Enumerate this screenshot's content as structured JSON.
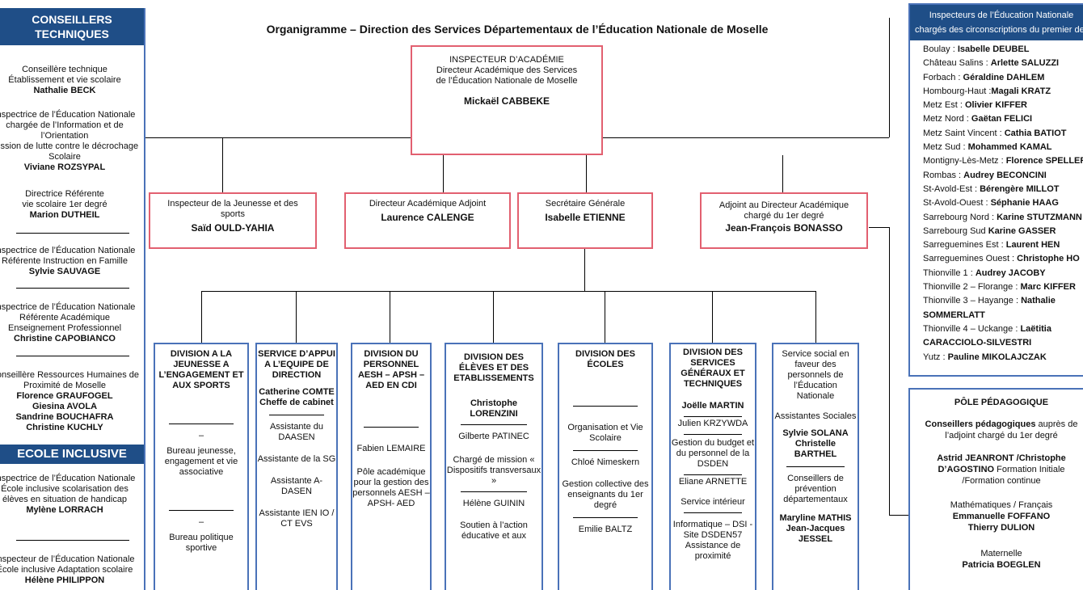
{
  "title": "Organigramme – Direction des Services Départementaux de l’Éducation Nationale de Moselle",
  "left": {
    "header_conseillers": [
      "CONSEILLERS",
      "TECHNIQUES"
    ],
    "s1": {
      "l1": "Conseillère technique",
      "l2": "Établissement et vie scolaire",
      "name": "Nathalie BECK"
    },
    "s2": {
      "l1": "Inspectrice de l’Éducation Nationale",
      "l2": "chargée de l’Information et de",
      "l3": "l’Orientation",
      "l4": "Mission de lutte contre le décrochage",
      "l5": "Scolaire",
      "name": "Viviane ROZSYPAL"
    },
    "s3": {
      "l1": "Directrice Référente",
      "l2": "vie scolaire 1er degré",
      "name": "Marion DUTHEIL"
    },
    "s4": {
      "l1": "Inspectrice de l’Éducation Nationale",
      "l2": "Référente Instruction en Famille",
      "name": "Sylvie SAUVAGE"
    },
    "s5": {
      "l1": "Inspectrice de l’Éducation Nationale",
      "l2": "Référente Académique",
      "l3": "Enseignement Professionnel",
      "name": "Christine CAPOBIANCO"
    },
    "s6": {
      "l1": "Conseillère Ressources Humaines de",
      "l2": "Proximité de Moselle",
      "n1": "Florence GRAUFOGEL",
      "n2": "Giesina AVOLA",
      "n3": "Sandrine BOUCHAFRA",
      "n4": "Christine KUCHLY"
    },
    "header_ecole": "ECOLE INCLUSIVE",
    "s7": {
      "l1": "Inspectrice de l’Éducation Nationale",
      "l2": "École inclusive scolarisation des",
      "l3": "élèves en situation de handicap",
      "name": "Mylène LORRACH"
    },
    "s8": {
      "l1": "Inspecteur de l’Éducation Nationale",
      "l2": "École inclusive Adaptation scolaire",
      "name": "Hélène PHILIPPON"
    }
  },
  "ia": {
    "l1": "INSPECTEUR D’ACADÉMIE",
    "l2": "Directeur Académique des Services",
    "l3": "de l’Éducation Nationale de Moselle",
    "name": "Mickaël CABBEKE"
  },
  "level2": [
    {
      "role": "Inspecteur de la Jeunesse et des sports",
      "name": "Saïd OULD-YAHIA"
    },
    {
      "role": "Directeur Académique Adjoint",
      "name": "Laurence CALENGE"
    },
    {
      "role": "Secrétaire Générale",
      "name": "Isabelle ETIENNE"
    },
    {
      "role": "Adjoint au Directeur Académique chargé du 1er degré",
      "name": "Jean-François BONASSO"
    }
  ],
  "divisions": {
    "d1": {
      "title": "DIVISION A LA JEUNESSE A L’ENGAGEMENT ET AUX SPORTS",
      "dash1": "–",
      "item1": "Bureau jeunesse, engagement et vie associative",
      "dash2": "–",
      "item2": "Bureau politique sportive"
    },
    "d2": {
      "title": "SERVICE D’APPUI A L’EQUIPE DE DIRECTION",
      "name": "Catherine COMTE Cheffe de cabinet",
      "i1": "Assistante du DAASEN",
      "i2": "Assistante de la SG",
      "i3": "Assistante A-DASEN",
      "i4": "Assistante IEN IO / CT EVS"
    },
    "d3": {
      "title": "DIVISION DU PERSONNEL AESH – APSH – AED EN CDI",
      "name": "Fabien LEMAIRE",
      "item": "Pôle académique pour la gestion des personnels AESH – APSH- AED"
    },
    "d4": {
      "title": "DIVISION DES ÉLÈVES ET DES ETABLISSEMENTS",
      "name": "Christophe LORENZINI",
      "n2": "Gilberte PATINEC",
      "item": "Chargé de mission « Dispositifs transversaux »",
      "n3": "Hélène GUININ",
      "item2": "Soutien à l’action éducative et aux"
    },
    "d5": {
      "title": "DIVISION DES ÉCOLES",
      "i1": "Organisation et Vie Scolaire",
      "n1": "Chloé Nimeskern",
      "i2": "Gestion collective des enseignants du 1er degré",
      "n2": "Emilie BALTZ"
    },
    "d6": {
      "title": "DIVISION DES SERVICES GÉNÉRAUX ET TECHNIQUES",
      "name": "Joëlle MARTIN",
      "n2": "Julien KRZYWDA",
      "i1": "Gestion du budget et du personnel de la DSDEN",
      "n3": "Eliane ARNETTE",
      "i2": "Service intérieur",
      "i3": "Informatique – DSI - Site DSDEN57 Assistance de proximité"
    },
    "d7": {
      "title": "Service social en faveur des personnels de l’Éducation Nationale",
      "i1": "Assistantes Sociales",
      "n1": "Sylvie SOLANA",
      "n2": "Christelle BARTHEL",
      "i2": "Conseillers de prévention départementaux",
      "n3": "Maryline MATHIS",
      "n4": "Jean-Jacques JESSEL"
    }
  },
  "inspecteurs": {
    "header_l1": "Inspecteurs de l’Éducation Nationale",
    "header_l2": "chargés des circonscriptions du premier degré",
    "items": [
      {
        "place": "Boulay : ",
        "name": "Isabelle DEUBEL"
      },
      {
        "place": "Château Salins : ",
        "name": "Arlette SALUZZI"
      },
      {
        "place": "Forbach : ",
        "name": "Géraldine DAHLEM"
      },
      {
        "place": "Hombourg-Haut :",
        "name": "Magali KRATZ"
      },
      {
        "place": "Metz Est : ",
        "name": "Olivier KIFFER"
      },
      {
        "place": "Metz Nord : ",
        "name": "Gaëtan FELICI"
      },
      {
        "place": "Metz Saint Vincent : ",
        "name": "Cathia BATIOT"
      },
      {
        "place": "Metz Sud : ",
        "name": "Mohammed KAMAL"
      },
      {
        "place": "Montigny-Lès-Metz : ",
        "name": "Florence SPELLER"
      },
      {
        "place": "Rombas : ",
        "name": "Audrey BECONCINI"
      },
      {
        "place": "St-Avold-Est : ",
        "name": "Bérengère MILLOT"
      },
      {
        "place": "St-Avold-Ouest : ",
        "name": "Séphanie HAAG"
      },
      {
        "place": "Sarrebourg Nord : ",
        "name": "Karine STUTZMANN"
      },
      {
        "place": "Sarrebourg Sud ",
        "name": "Karine GASSER"
      },
      {
        "place": "Sarreguemines Est : ",
        "name": "Laurent HEN"
      },
      {
        "place": "Sarreguemines Ouest : ",
        "name": "Christophe HO"
      },
      {
        "place": "Thionville 1 : ",
        "name": "Audrey JACOBY"
      },
      {
        "place": "Thionville 2 – Florange : ",
        "name": "Marc KIFFER"
      },
      {
        "place": "Thionville 3 – Hayange : ",
        "name": "Nathalie"
      },
      {
        "place": "",
        "name": "SOMMERLATT"
      },
      {
        "place": "Thionville 4 – Uckange : ",
        "name": "Laëtitia"
      },
      {
        "place": "",
        "name": "CARACCIOLO-SILVESTRI"
      },
      {
        "place": "Yutz : ",
        "name": "Pauline MIKOLAJCZAK"
      }
    ]
  },
  "pole": {
    "title": "PÔLE PÉDAGOGIQUE",
    "cp_bold": "Conseillers pédagogiques",
    "cp_rest": " auprès de",
    "cp_l2": "l’adjoint chargé du 1er degré",
    "n1": "Astrid JEANRONT /Christophe",
    "n2": "D’AGOSTINO",
    "n2_rest": " Formation Initiale",
    "n3": "/Formation continue",
    "math": "Mathématiques / Français",
    "m1": "Emmanuelle FOFFANO",
    "m2": "Thierry DULION",
    "mat": "Maternelle",
    "mat_name": "Patricia BOEGLEN"
  }
}
